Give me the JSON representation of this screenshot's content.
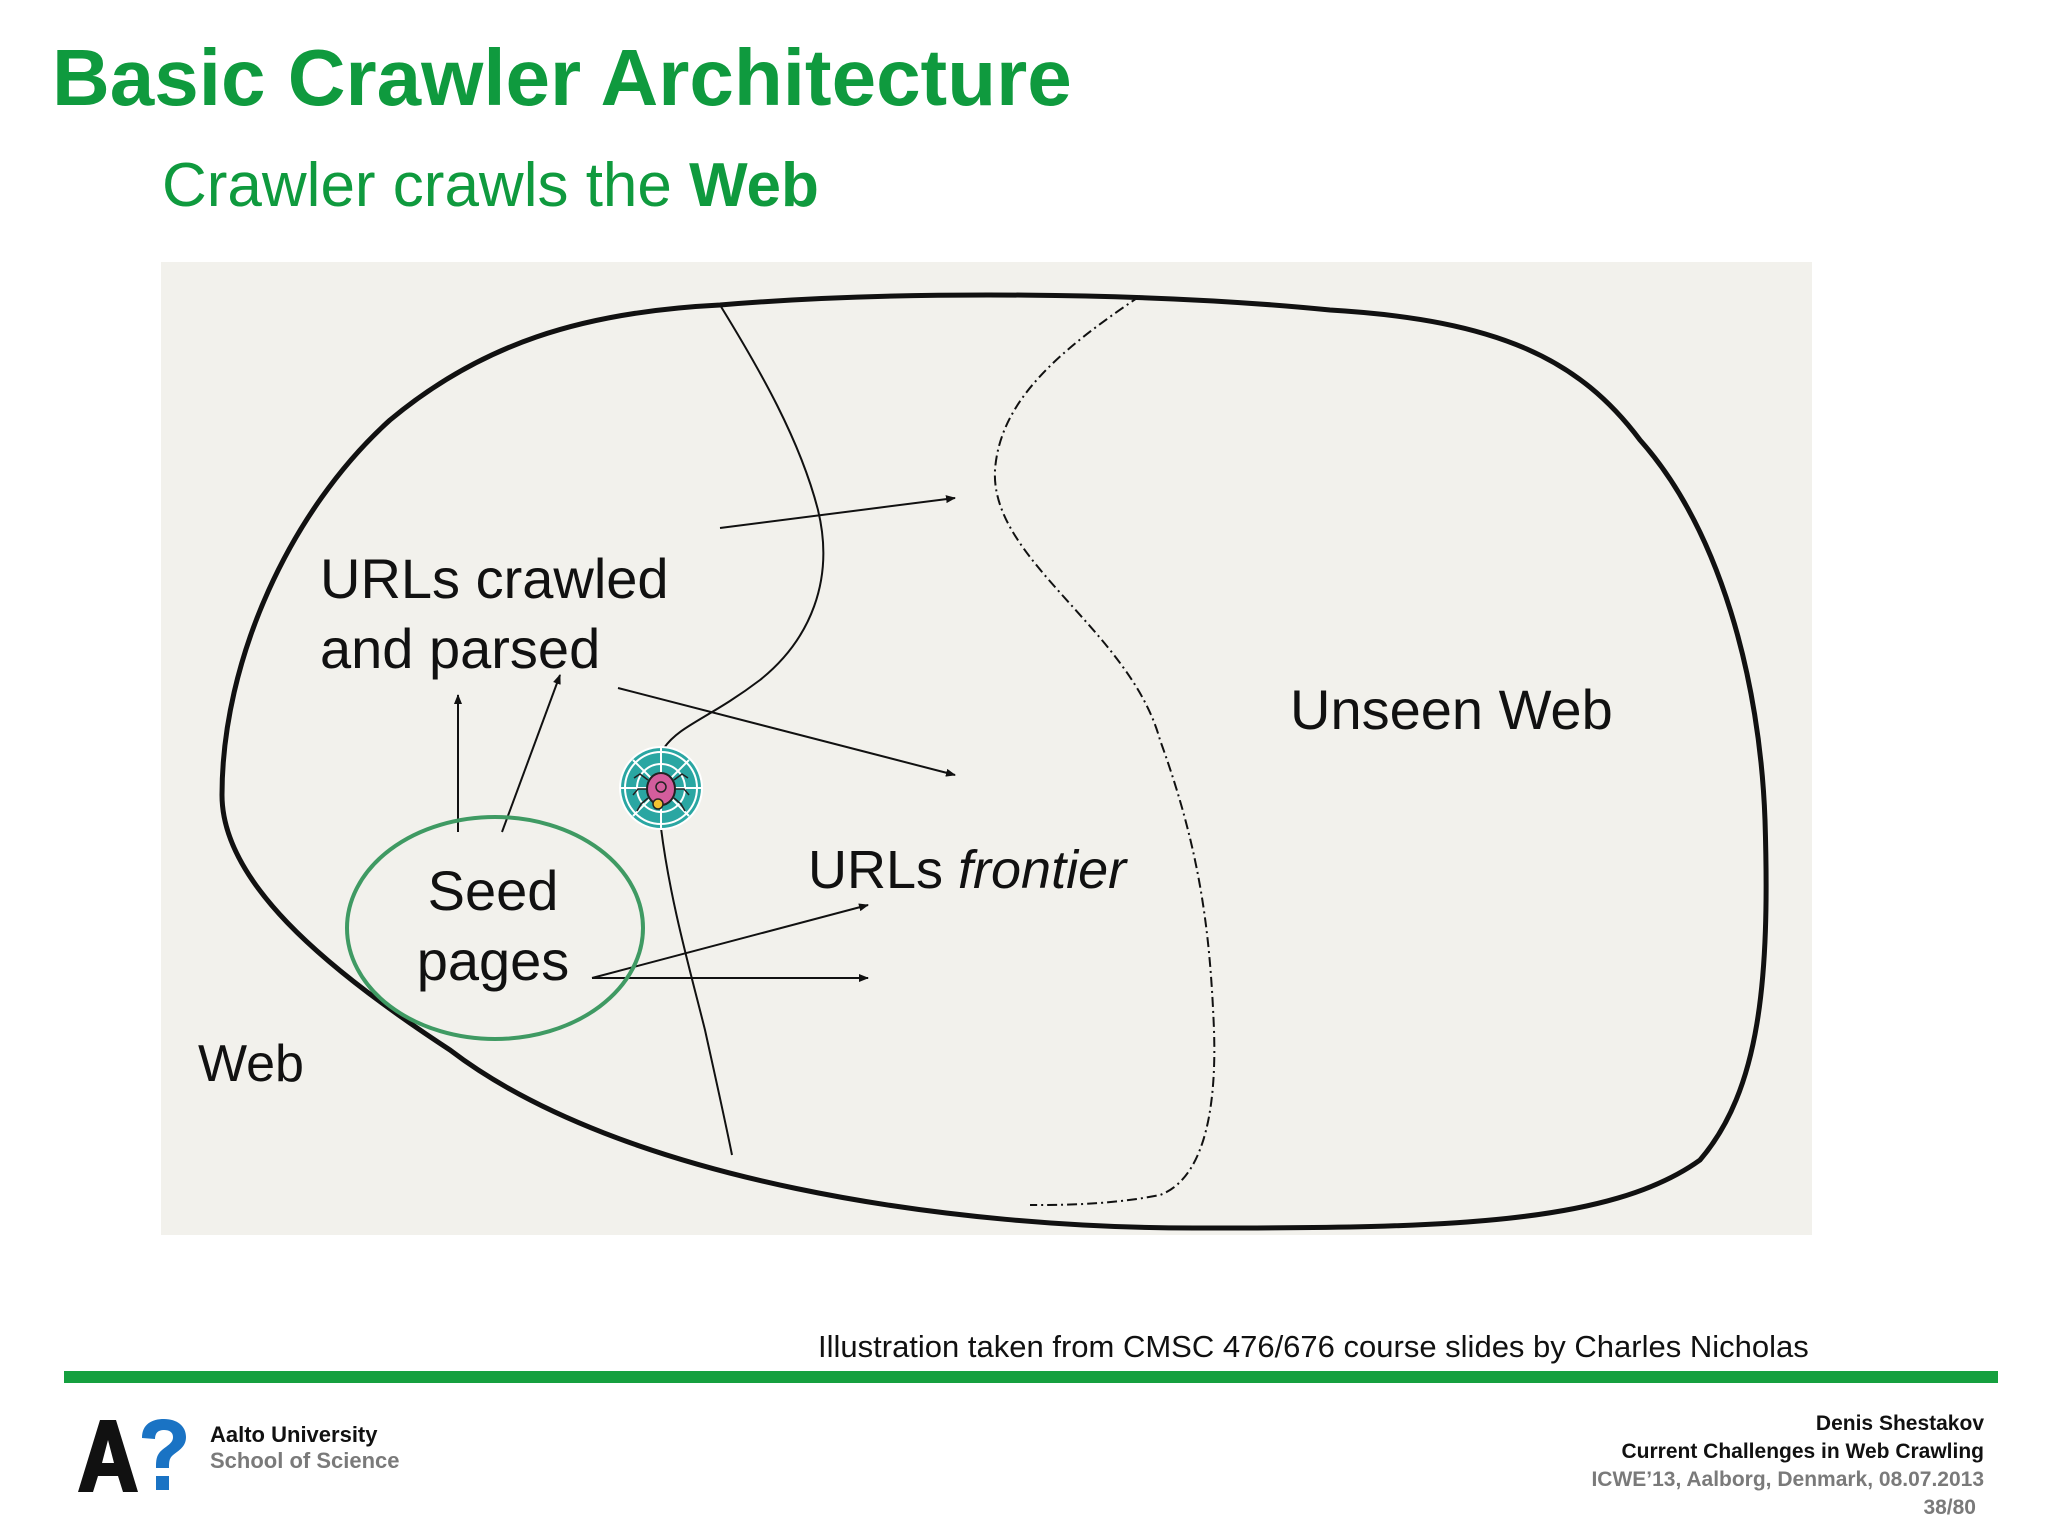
{
  "slide": {
    "title": "Basic Crawler Architecture",
    "subtitle_prefix": "Crawler crawls the ",
    "subtitle_emphasis": "Web"
  },
  "diagram": {
    "labels": {
      "web": "Web",
      "unseen_web": "Unseen Web",
      "crawled_line1": "URLs crawled",
      "crawled_line2": "and parsed",
      "frontier_prefix": "URLs ",
      "frontier_emphasis": "frontier",
      "seed_line1": "Seed",
      "seed_line2": "pages"
    },
    "icons": {
      "crawler": "spider-web-icon"
    },
    "colors": {
      "background": "#f2f1ec",
      "outline": "#111111",
      "seed_ring": "#3f9a63"
    }
  },
  "caption": "Illustration taken from CMSC 476/676 course slides by Charles Nicholas",
  "footer": {
    "university": "Aalto University",
    "school": "School of Science",
    "author": "Denis Shestakov",
    "talk_title": "Current Challenges in Web Crawling",
    "venue": "ICWE’13, Aalborg, Denmark, 08.07.2013",
    "page": "38/80"
  },
  "colors": {
    "accent_green": "#0f9a3e",
    "rule_green": "#15a03f"
  }
}
